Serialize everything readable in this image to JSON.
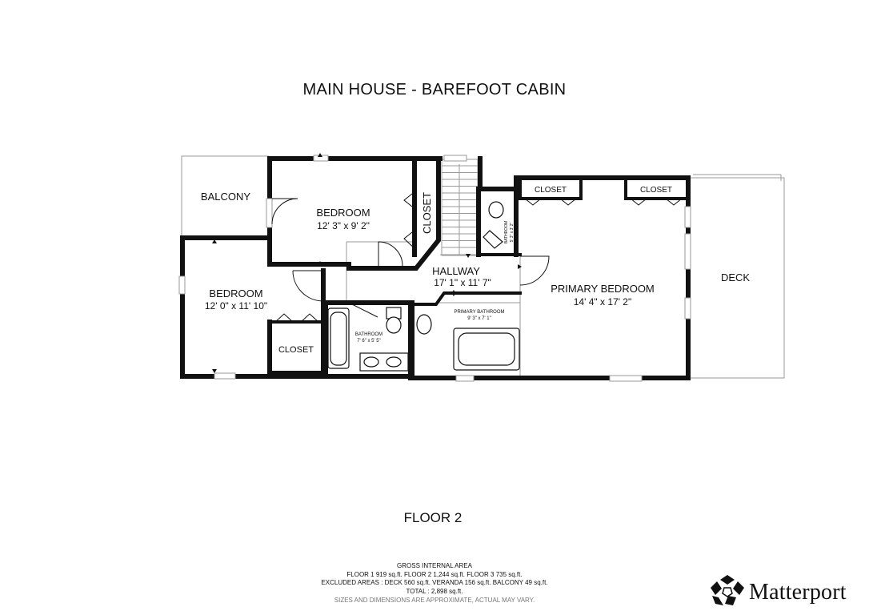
{
  "title": "MAIN HOUSE - BAREFOOT CABIN",
  "floor_label": "FLOOR 2",
  "rooms": {
    "balcony": {
      "name": "BALCONY"
    },
    "bedroom_top": {
      "name": "BEDROOM",
      "dims": "12' 3\" x 9' 2\""
    },
    "closet_vertical": {
      "name": "CLOSET"
    },
    "bedroom_left": {
      "name": "BEDROOM",
      "dims": "12' 0\" x 11' 10\""
    },
    "closet_bottom": {
      "name": "CLOSET"
    },
    "hallway": {
      "name": "HALLWAY",
      "dims": "17' 1\" x 11' 7\""
    },
    "bathroom": {
      "name": "BATHROOM",
      "dims": "7' 6\" x 5' 5\""
    },
    "small_bathroom": {
      "name": "BATHROOM",
      "dims": "5' 3\" x 3' 2\""
    },
    "primary_bathroom": {
      "name": "PRIMARY BATHROOM",
      "dims": "9' 3\" x 7' 1\""
    },
    "closet_left": {
      "name": "CLOSET"
    },
    "closet_right": {
      "name": "CLOSET"
    },
    "primary_bedroom": {
      "name": "PRIMARY BEDROOM",
      "dims": "14' 4\" x 17' 2\""
    },
    "deck": {
      "name": "DECK"
    }
  },
  "footer": {
    "heading": "GROSS INTERNAL AREA",
    "line1": "FLOOR 1 919 sq.ft.   FLOOR 2 1,244 sq.ft.   FLOOR 3 735 sq.ft.",
    "line2": "EXCLUDED AREAS :  DECK 560 sq.ft.   VERANDA 156 sq.ft.   BALCONY 49 sq.ft.",
    "line3": "TOTAL :  2,898 sq.ft.",
    "note": "SIZES AND DIMENSIONS ARE APPROXIMATE, ACTUAL MAY VARY."
  },
  "brand": {
    "name": "Matterport",
    "icon": "matterport-logo-icon"
  },
  "colors": {
    "wall": "#111111",
    "thin_line": "#9a9a9a",
    "background": "#ffffff"
  }
}
